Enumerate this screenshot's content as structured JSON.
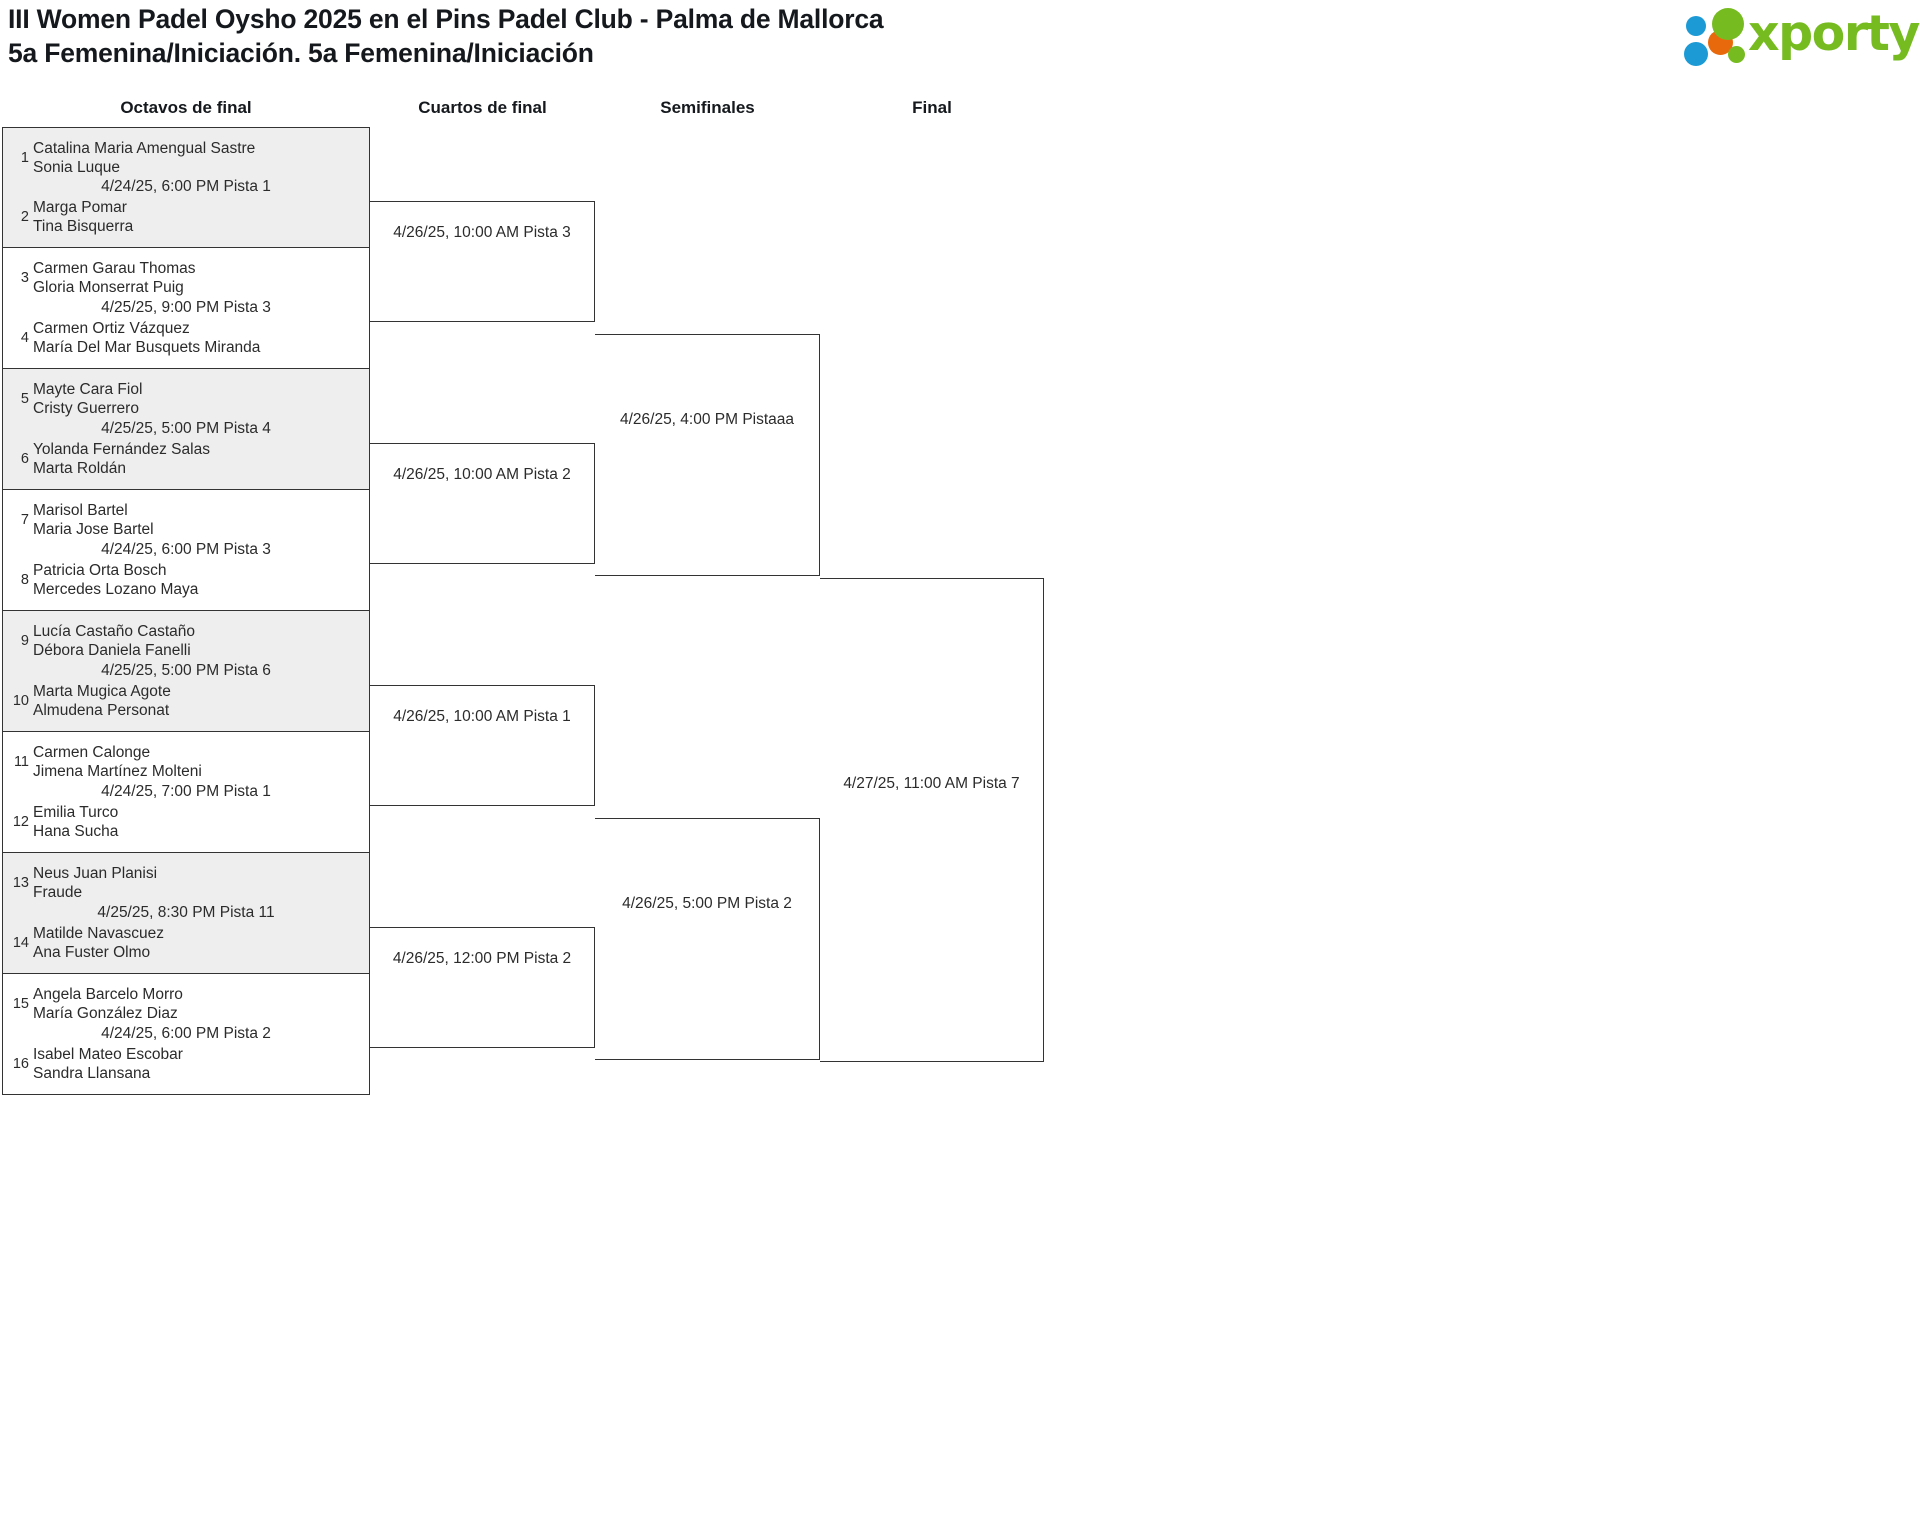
{
  "header": {
    "title_line1": "III Women Padel Oysho 2025 en el Pins Padel Club - Palma de Mallorca",
    "title_line2": "5a Femenina/Iniciación. 5a Femenina/Iniciación",
    "logo_text": "xporty",
    "logo_colors": {
      "green": "#76bc21",
      "blue": "#1b9ad6",
      "orange": "#e8690b"
    }
  },
  "rounds": [
    {
      "label": "Octavos de final"
    },
    {
      "label": "Cuartos de final"
    },
    {
      "label": "Semifinales"
    },
    {
      "label": "Final"
    }
  ],
  "colors": {
    "shaded_row": "#eeeeee",
    "line": "#333333",
    "text": "#2b2b2b"
  },
  "round_of_16": {
    "entries": [
      {
        "seed": "1",
        "player1": "Catalina Maria Amengual Sastre",
        "player2": "Sonia Luque"
      },
      {
        "seed": "2",
        "player1": "Marga Pomar",
        "player2": "Tina Bisquerra"
      },
      {
        "seed": "3",
        "player1": "Carmen Garau Thomas",
        "player2": "Gloria Monserrat Puig"
      },
      {
        "seed": "4",
        "player1": "Carmen Ortiz Vázquez",
        "player2": "María Del Mar Busquets Miranda"
      },
      {
        "seed": "5",
        "player1": "Mayte Cara Fiol",
        "player2": "Cristy Guerrero"
      },
      {
        "seed": "6",
        "player1": "Yolanda Fernández Salas",
        "player2": "Marta Roldán"
      },
      {
        "seed": "7",
        "player1": "Marisol Bartel",
        "player2": "Maria Jose Bartel"
      },
      {
        "seed": "8",
        "player1": "Patricia Orta Bosch",
        "player2": "Mercedes Lozano Maya"
      },
      {
        "seed": "9",
        "player1": "Lucía Castaño Castaño",
        "player2": "Débora Daniela Fanelli"
      },
      {
        "seed": "10",
        "player1": "Marta Mugica Agote",
        "player2": "Almudena Personat"
      },
      {
        "seed": "11",
        "player1": "Carmen Calonge",
        "player2": "Jimena Martínez Molteni"
      },
      {
        "seed": "12",
        "player1": "Emilia Turco",
        "player2": "Hana Sucha"
      },
      {
        "seed": "13",
        "player1": "Neus Juan Planisi",
        "player2": "Fraude"
      },
      {
        "seed": "14",
        "player1": "Matilde Navascuez",
        "player2": "Ana Fuster Olmo"
      },
      {
        "seed": "15",
        "player1": "Angela Barcelo Morro",
        "player2": "María González Diaz"
      },
      {
        "seed": "16",
        "player1": "Isabel Mateo Escobar",
        "player2": "Sandra Llansana"
      }
    ],
    "matches": [
      {
        "schedule": "4/24/25, 6:00 PM Pista 1"
      },
      {
        "schedule": "4/25/25, 9:00 PM Pista 3"
      },
      {
        "schedule": "4/25/25, 5:00 PM Pista 4"
      },
      {
        "schedule": "4/24/25, 6:00 PM Pista 3"
      },
      {
        "schedule": "4/25/25, 5:00 PM Pista 6"
      },
      {
        "schedule": "4/24/25, 7:00 PM Pista 1"
      },
      {
        "schedule": "4/25/25, 8:30 PM Pista 11"
      },
      {
        "schedule": "4/24/25, 6:00 PM Pista 2"
      }
    ]
  },
  "quarterfinals": {
    "matches": [
      {
        "schedule": "4/26/25, 10:00 AM Pista 3"
      },
      {
        "schedule": "4/26/25, 10:00 AM Pista 2"
      },
      {
        "schedule": "4/26/25, 10:00 AM Pista 1"
      },
      {
        "schedule": "4/26/25, 12:00 PM Pista 2"
      }
    ]
  },
  "semifinals": {
    "matches": [
      {
        "schedule": "4/26/25, 4:00 PM Pistaaa"
      },
      {
        "schedule": "4/26/25, 5:00 PM Pista 2"
      }
    ]
  },
  "final": {
    "matches": [
      {
        "schedule": "4/27/25, 11:00 AM Pista 7"
      }
    ]
  }
}
